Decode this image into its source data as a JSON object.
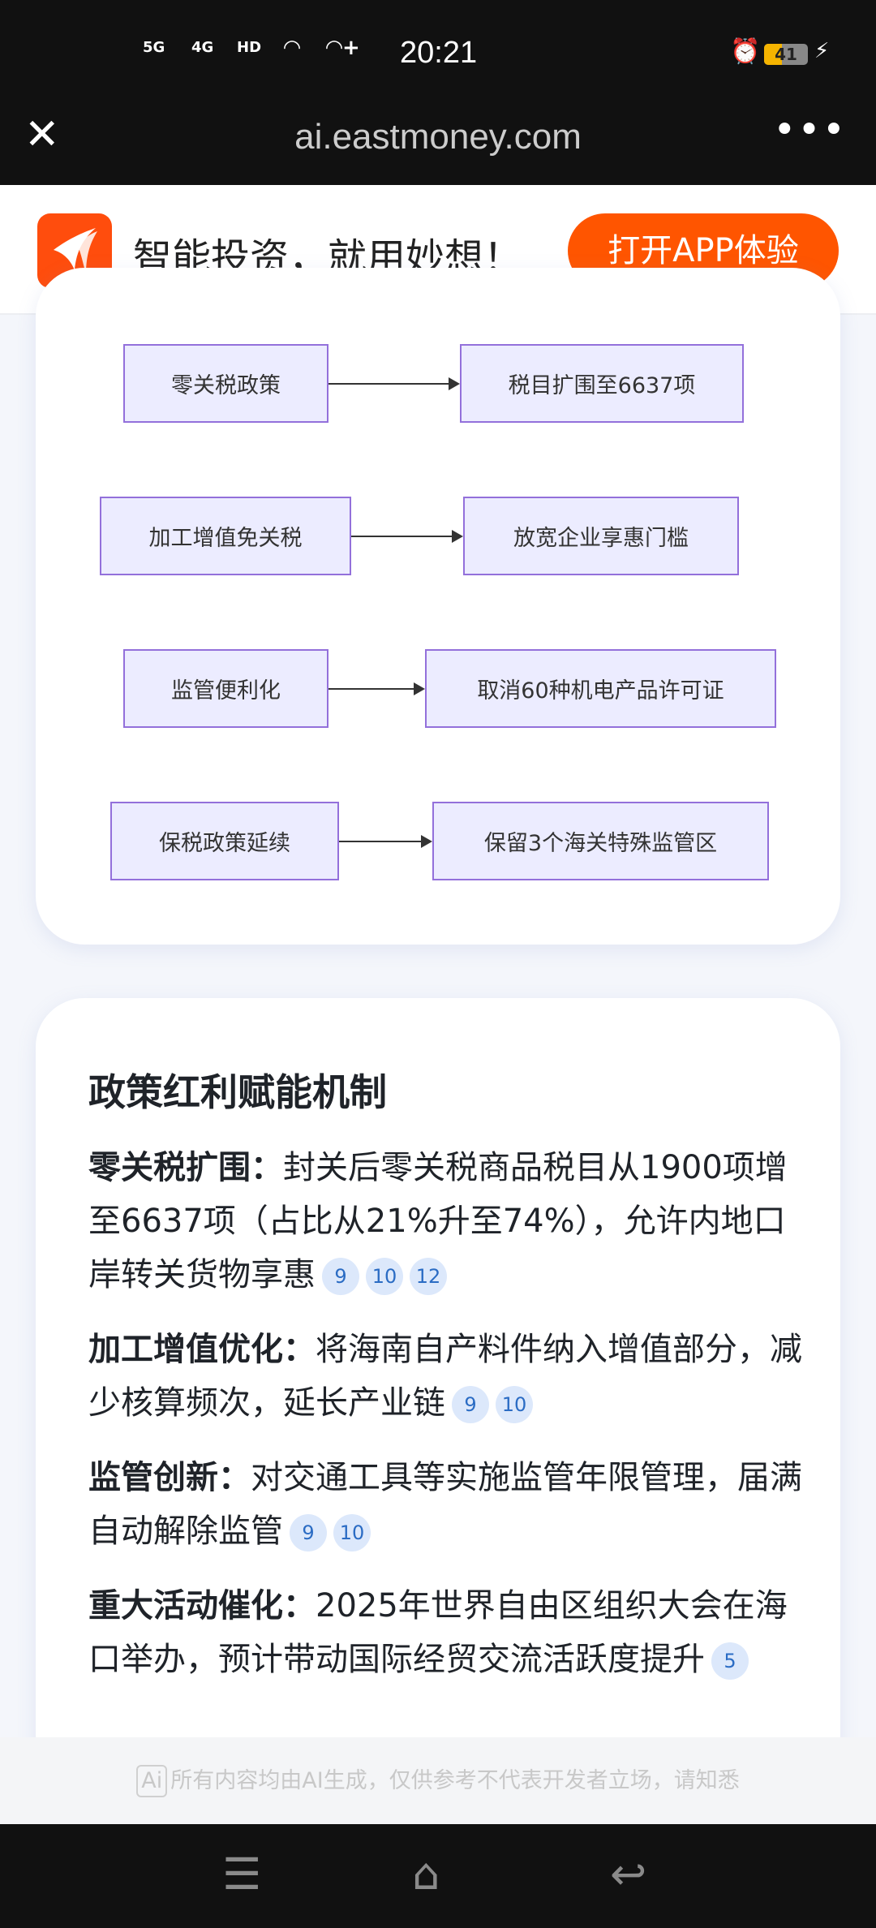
{
  "status": {
    "sig1": "5G",
    "sig2": "4G",
    "hd": "HD",
    "time": "20:21",
    "battery": "41",
    "battery_percent": 41
  },
  "toolbar": {
    "close": "✕",
    "url": "ai.eastmoney.com",
    "more": "•••"
  },
  "banner": {
    "slogan": "智能投资，就用妙想！",
    "open_button": "打开APP体验"
  },
  "flow": [
    {
      "from": "零关税政策",
      "to": "税目扩围至6637项"
    },
    {
      "from": "加工增值免关税",
      "to": "放宽企业享惠门槛"
    },
    {
      "from": "监管便利化",
      "to": "取消60种机电产品许可证"
    },
    {
      "from": "保税政策延续",
      "to": "保留3个海关特殊监管区"
    }
  ],
  "section": {
    "title": "政策红利赋能机制",
    "items": [
      {
        "label": "零关税扩围：",
        "text": "封关后零关税商品税目从1900项增至6637项（占比从21%升至74%），允许内地口岸转关货物享惠",
        "cites": [
          "9",
          "10",
          "12"
        ]
      },
      {
        "label": "加工增值优化：",
        "text": "将海南自产料件纳入增值部分，减少核算频次，延长产业链",
        "cites": [
          "9",
          "10"
        ]
      },
      {
        "label": "监管创新：",
        "text": "对交通工具等实施监管年限管理，届满自动解除监管",
        "cites": [
          "9",
          "10"
        ]
      },
      {
        "label": "重大活动催化：",
        "text": "2025年世界自由区组织大会在海口举办，预计带动国际经贸交流活跃度提升",
        "cites": [
          "5"
        ]
      }
    ]
  },
  "footer": {
    "ai_badge": "Ai",
    "disclaimer": "所有内容均由AI生成，仅供参考不代表开发者立场，请知悉"
  },
  "nav": {
    "menu": "☰",
    "home": "⌂",
    "back": "↩"
  }
}
